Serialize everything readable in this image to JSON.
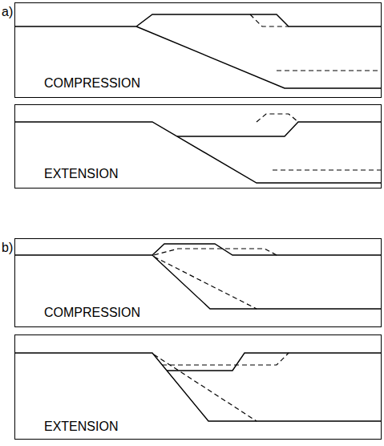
{
  "diagram": {
    "nodes": [
      {
        "text": [
          "a)",
          "COMPRESSION"
        ]
      },
      {
        "text": [
          "EXTENSION"
        ]
      },
      {
        "text": [
          "b)",
          "COMPRESSION"
        ]
      },
      {
        "text": [
          "EXTENSION"
        ]
      }
    ]
  }
}
